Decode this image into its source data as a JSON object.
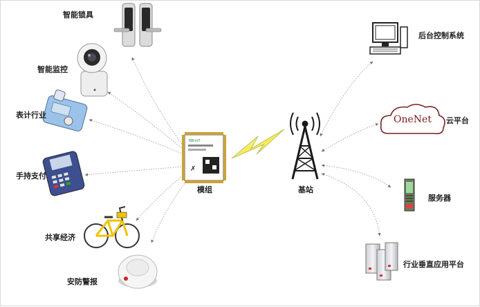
{
  "devices_left": [
    {
      "label": "智能锁具",
      "icon": "smart-lock-icon"
    },
    {
      "label": "智能监控",
      "icon": "security-camera-icon"
    },
    {
      "label": "表计行业",
      "icon": "smart-meter-icon"
    },
    {
      "label": "手持支付",
      "icon": "pos-terminal-icon"
    },
    {
      "label": "共享经济",
      "icon": "shared-bicycle-icon"
    },
    {
      "label": "安防警报",
      "icon": "smoke-alarm-icon"
    }
  ],
  "module": {
    "label": "模组",
    "icon": "nb-iot-module-icon"
  },
  "base_station": {
    "label": "基站",
    "icon": "cell-tower-icon"
  },
  "platforms_right": [
    {
      "label": "后台控制系统",
      "icon": "desktop-computer-icon"
    },
    {
      "label": "云平台",
      "icon": "cloud-icon",
      "cloud_text": "OneNet"
    },
    {
      "label": "服务器",
      "icon": "server-icon"
    },
    {
      "label": "行业垂直应用平台",
      "icon": "server-cluster-icon"
    }
  ],
  "wireless_link_icon": "lightning-bolt-icon",
  "colors": {
    "arrow": "#999999",
    "bolt": "#f0e020",
    "bolt_edge": "#b9c15a",
    "tower": "#1a1a1a",
    "module_board": "#4a8a4a",
    "cloud_text": "#7a1a1a"
  }
}
